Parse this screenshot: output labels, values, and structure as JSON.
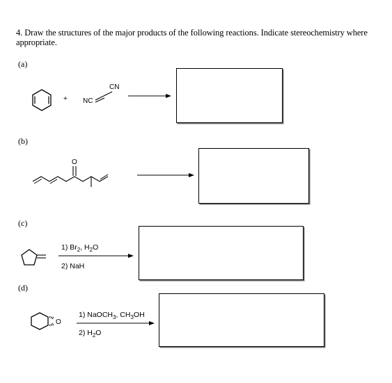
{
  "question": {
    "text": "4. Draw the structures of the major products of the following reactions. Indicate stereochemistry where appropriate."
  },
  "parts": [
    {
      "label": "(a)",
      "plus": "+",
      "atoms": {
        "nc": "NC",
        "cn": "CN"
      }
    },
    {
      "label": "(b)",
      "atoms": {
        "o": "O"
      }
    },
    {
      "label": "(c)",
      "reagents": {
        "step1_pre": "1) Br",
        "step1_sub1": "2",
        "step1_mid": ", H",
        "step1_sub2": "2",
        "step1_post": "O",
        "step2": "2) NaH"
      }
    },
    {
      "label": "(d)",
      "atoms": {
        "o": "O"
      },
      "reagents": {
        "step1_pre": "1) NaOCH",
        "step1_sub1": "3",
        "step1_mid": ", CH",
        "step1_sub2": "3",
        "step1_post": "OH",
        "step2_pre": "2) H",
        "step2_sub": "2",
        "step2_post": "O"
      }
    }
  ]
}
